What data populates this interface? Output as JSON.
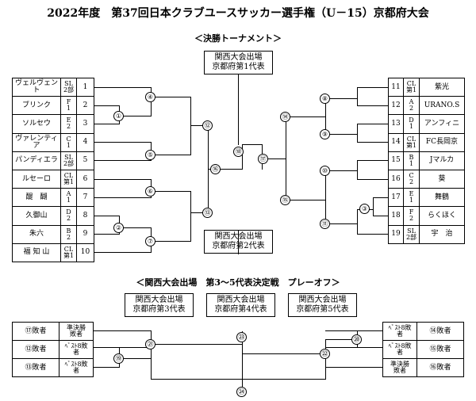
{
  "title": "2022年度　第37回日本クラブユースサッカー選手権（U－15）京都府大会",
  "section_final": "＜決勝トーナメント＞",
  "section_playoff": "＜関西大会出場　第3～5代表決定戦　プレーオフ＞",
  "rep_line1": "関西大会出場",
  "rep1": "京都府第1代表",
  "rep2": "京都府第2代表",
  "rep3": "京都府第3代表",
  "rep4": "京都府第4代表",
  "rep5": "京都府第5代表",
  "left_teams": [
    {
      "name": "ヴェルヴェント",
      "div": "SL\n2部",
      "no": "1"
    },
    {
      "name": "ブリンク",
      "div": "F\n1",
      "no": "2"
    },
    {
      "name": "ソルセウ",
      "div": "E\n2",
      "no": "3"
    },
    {
      "name": "ヴァレンティア",
      "div": "C\n1",
      "no": "4"
    },
    {
      "name": "パンディエラ",
      "div": "SL\n2部",
      "no": "5"
    },
    {
      "name": "ルセーロ",
      "div": "CL\n第1",
      "no": "6"
    },
    {
      "name": "醍　醐",
      "div": "A\n1",
      "no": "7"
    },
    {
      "name": "久御山",
      "div": "D\n2",
      "no": "8"
    },
    {
      "name": "朱六",
      "div": "B\n2",
      "no": "9"
    },
    {
      "name": "福 知 山",
      "div": "CL\n第1",
      "no": "10"
    }
  ],
  "right_teams": [
    {
      "name": "紫光",
      "div": "CL\n第1",
      "no": "11"
    },
    {
      "name": "URANO.S",
      "div": "A\n2",
      "no": "12"
    },
    {
      "name": "アンフィニ",
      "div": "D\n1",
      "no": "13"
    },
    {
      "name": "FC長岡京",
      "div": "CL\n第1",
      "no": "14"
    },
    {
      "name": "Jマルカ",
      "div": "B\n1",
      "no": "15"
    },
    {
      "name": "葵",
      "div": "C\n2",
      "no": "16"
    },
    {
      "name": "舞鶴",
      "div": "E\n1",
      "no": "17"
    },
    {
      "name": "らくほく",
      "div": "F\n2",
      "no": "18"
    },
    {
      "name": "宇　治",
      "div": "SL\n2部",
      "no": "19"
    }
  ],
  "matches": {
    "m1": "①",
    "m2": "②",
    "m3": "③",
    "m4": "④",
    "m5": "⑤",
    "m6": "⑥",
    "m7": "⑦",
    "m8": "⑧",
    "m9": "⑨",
    "m10": "⑩",
    "m11": "⑪",
    "m12": "⑫",
    "m13": "⑬",
    "m14": "⑭",
    "m15": "⑮",
    "m16": "⑯",
    "m17": "⑰",
    "m18": "⑱",
    "m19": "⑲",
    "m20": "⑳",
    "m21": "㉑",
    "m22": "㉒",
    "m23": "㉓",
    "m24": "㉔"
  },
  "playoff_left": [
    {
      "loser": "⑰敗者",
      "seed": "準決勝\n敗者"
    },
    {
      "loser": "⑫敗者",
      "seed": "ﾍﾞｽﾄ8敗\n者"
    },
    {
      "loser": "⑬敗者",
      "seed": "ﾍﾞｽﾄ8敗\n者"
    }
  ],
  "playoff_right": [
    {
      "loser": "⑭敗者",
      "seed": "ﾍﾞｽﾄ8敗\n者"
    },
    {
      "loser": "⑮敗者",
      "seed": "ﾍﾞｽﾄ8敗\n者"
    },
    {
      "loser": "⑯敗者",
      "seed": "準決勝\n敗者"
    }
  ]
}
